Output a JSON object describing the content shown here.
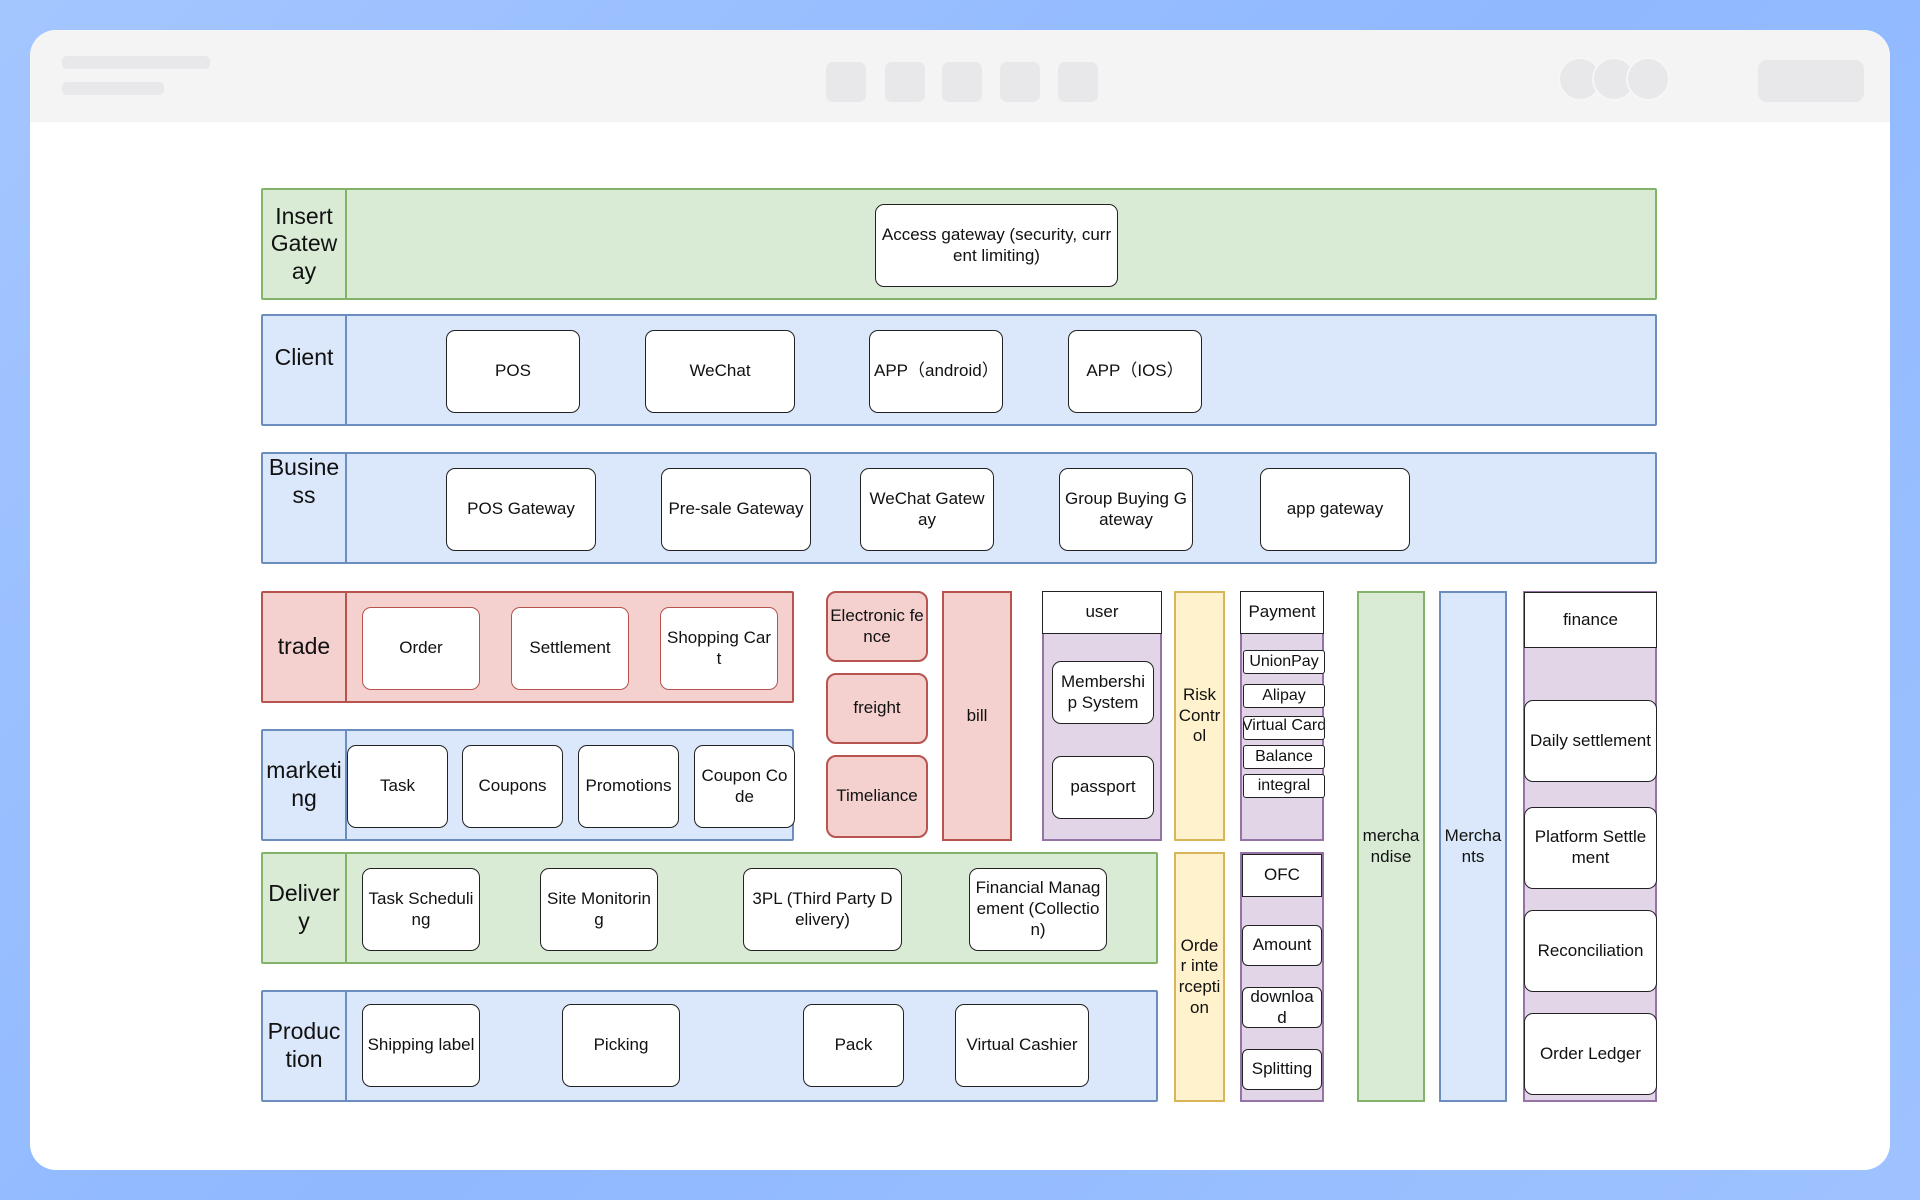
{
  "layers": {
    "gateway": {
      "label": "Insert Gateway",
      "boxes": [
        "Access gateway (security, current limiting)"
      ]
    },
    "client": {
      "label": "Client",
      "boxes": [
        "POS",
        "WeChat",
        "APP（android）",
        "APP（IOS）"
      ]
    },
    "business": {
      "label": "Business",
      "boxes": [
        "POS Gateway",
        "Pre-sale Gateway",
        "WeChat Gateway",
        "Group Buying Gateway",
        "app gateway"
      ]
    },
    "trade": {
      "label": "trade",
      "boxes": [
        "Order",
        "Settlement",
        "Shopping Cart"
      ]
    },
    "marketing": {
      "label": "marketing",
      "boxes": [
        "Task",
        "Coupons",
        "Promotions",
        "Coupon Code"
      ]
    },
    "delivery": {
      "label": "Delivery",
      "boxes": [
        "Task Scheduling",
        "Site Monitoring",
        "3PL (Third Party Delivery)",
        "Financial Management (Collection)"
      ]
    },
    "production": {
      "label": "Production",
      "boxes": [
        "Shipping label",
        "Picking",
        "Pack",
        "Virtual Cashier"
      ]
    }
  },
  "side": {
    "electronic_fence": "Electronic fence",
    "freight": "freight",
    "timeliness": "Timeliance",
    "bill": "bill",
    "user": {
      "title": "user",
      "items": [
        "Membership System",
        "passport"
      ]
    },
    "risk_control": "Risk Control",
    "order_interception": "Order interception",
    "payment": {
      "title": "Payment",
      "items": [
        "UnionPay",
        "Alipay",
        "Virtual Card",
        "Balance",
        "integral"
      ]
    },
    "ofc": {
      "title": "OFC",
      "items": [
        "Amount",
        "download",
        "Splitting"
      ]
    },
    "merchandise": "merchandise",
    "merchants": "Merchants",
    "finance": {
      "title": "finance",
      "items": [
        "Daily settlement",
        "Platform Settlement",
        "Reconciliation",
        "Order Ledger"
      ]
    }
  },
  "colors": {
    "green_fill": "#d9ead5",
    "green_stroke": "#82b366",
    "blue_fill": "#dbe7fa",
    "blue_stroke": "#6c8ebf",
    "red_fill": "#f4d0cf",
    "red_stroke": "#b85450",
    "yellow_fill": "#fff2cc",
    "yellow_stroke": "#d6b656",
    "purple_fill": "#e1d5e7",
    "purple_stroke": "#9673a6"
  }
}
